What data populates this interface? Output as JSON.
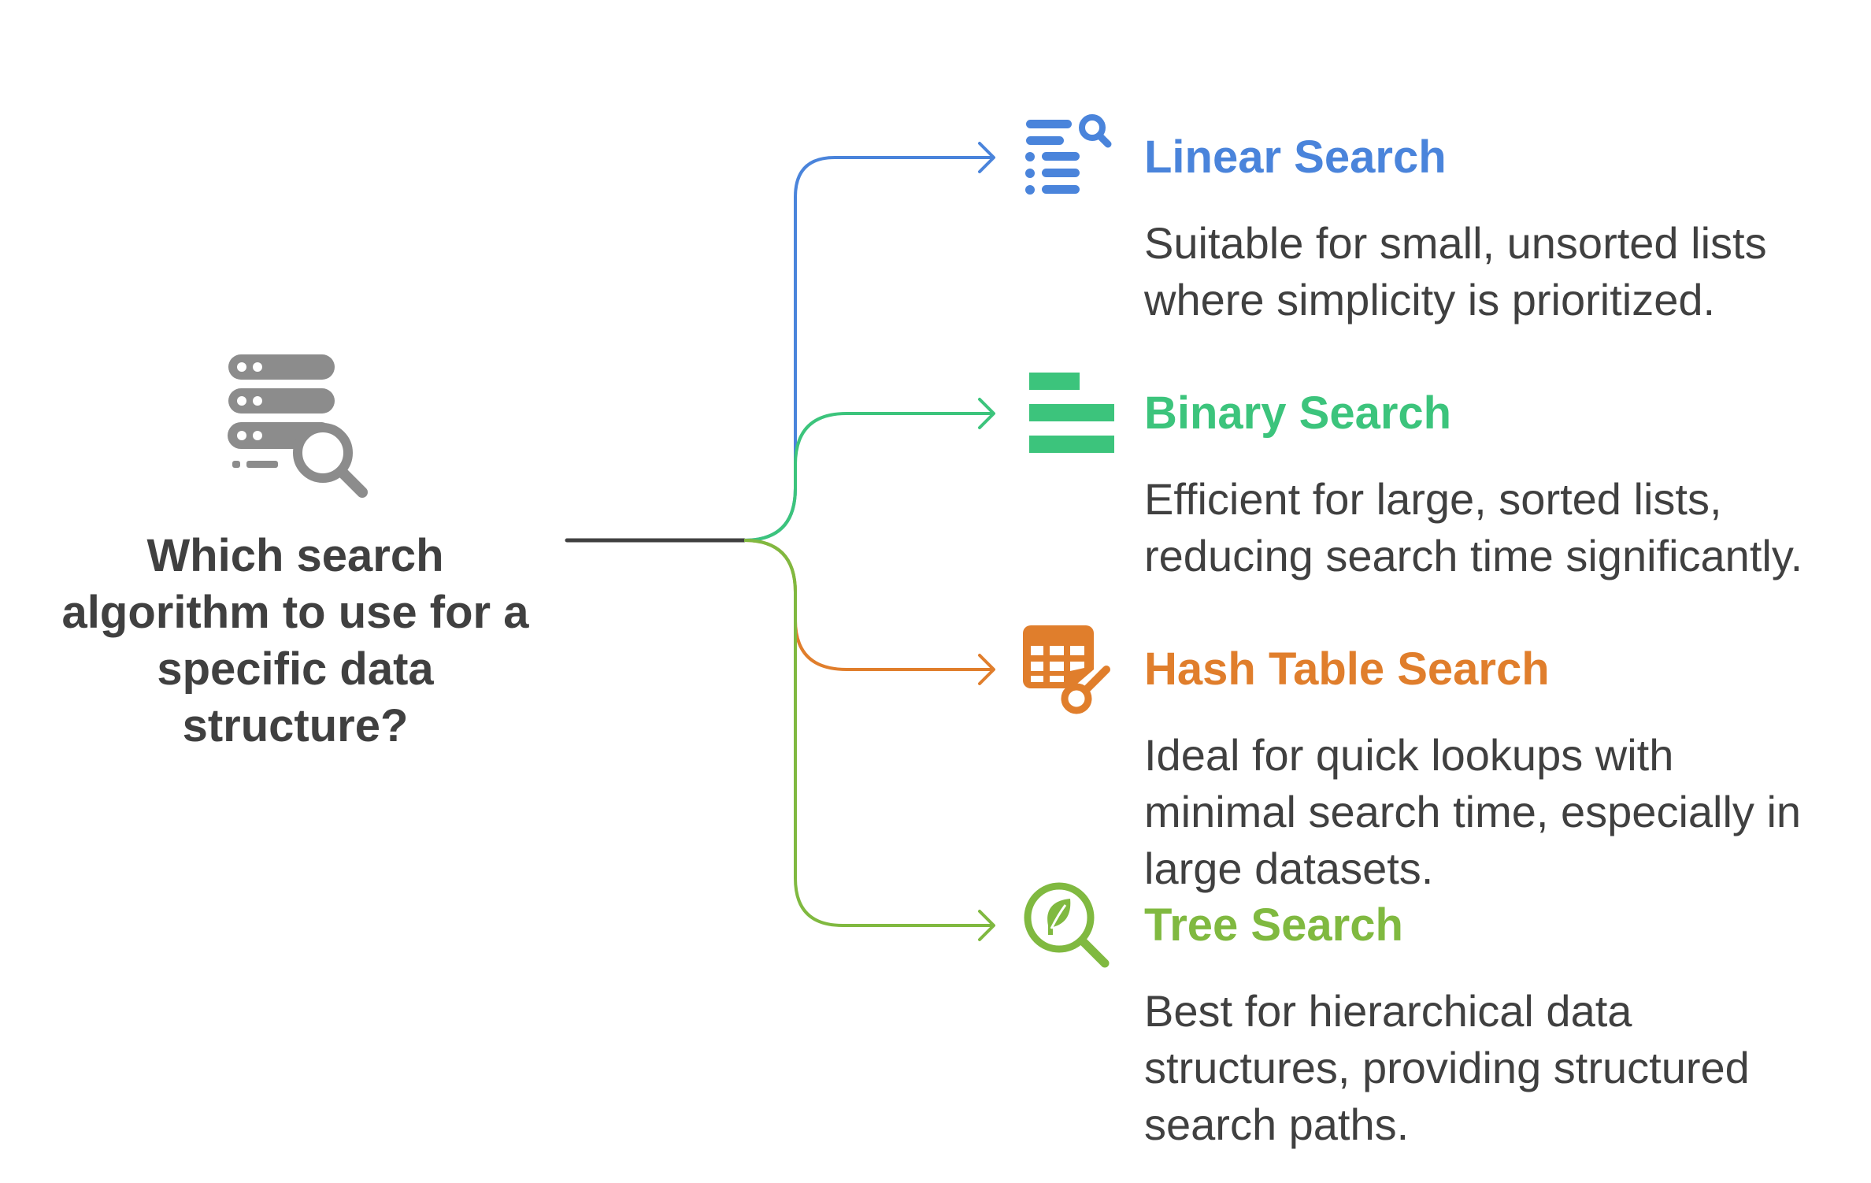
{
  "question": "Which search algorithm to use for a specific data structure?",
  "root_icon": "database-search-icon",
  "root_line_color": "#404040",
  "branches": [
    {
      "title": "Linear Search",
      "description": "Suitable for small, unsorted lists where simplicity is prioritized.",
      "color": "#4A84DB",
      "icon": "list-search-icon"
    },
    {
      "title": "Binary Search",
      "description": "Efficient for large, sorted lists, reducing search time significantly.",
      "color": "#3CC47C",
      "icon": "bars-icon"
    },
    {
      "title": "Hash Table Search",
      "description": "Ideal for quick lookups with minimal search time, especially in large datasets.",
      "color": "#E07E2C",
      "icon": "table-key-icon"
    },
    {
      "title": "Tree Search",
      "description": "Best for hierarchical data structures, providing structured search paths.",
      "color": "#80B940",
      "icon": "leaf-search-icon"
    }
  ]
}
